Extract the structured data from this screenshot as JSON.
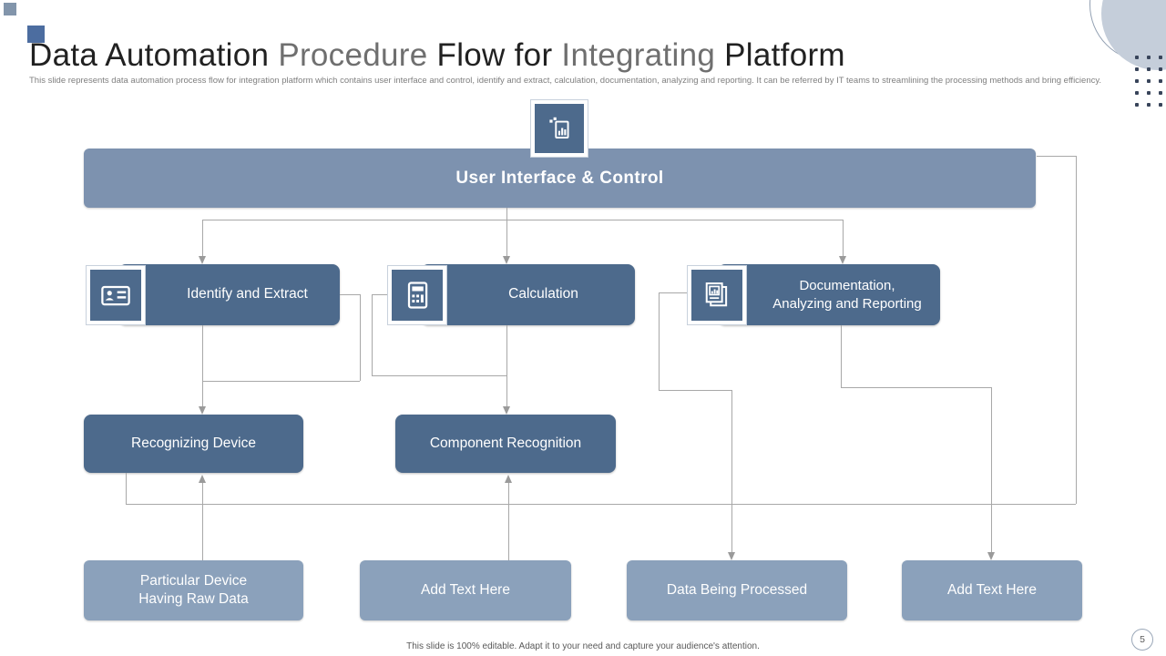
{
  "slide": {
    "title_parts": [
      {
        "text": "Data Automation ",
        "tone": "dark"
      },
      {
        "text": "Procedure ",
        "tone": "light"
      },
      {
        "text": "Flow for ",
        "tone": "dark"
      },
      {
        "text": "Integrating ",
        "tone": "light"
      },
      {
        "text": "Platform",
        "tone": "dark"
      }
    ],
    "subtitle": "This slide represents data automation process flow for integration platform which contains user interface and control, identify and extract, calculation, documentation, analyzing and reporting. It can be referred by IT teams to streamlining the processing methods and bring efficiency.",
    "footer_note": "This slide is 100% editable. Adapt it to your need and capture your audience's attention.",
    "page_number": "5"
  },
  "flow": {
    "header": {
      "label": "User Interface & Control",
      "icon": "data-document-icon"
    },
    "process_row": [
      {
        "label": "Identify and Extract",
        "icon": "id-card-icon"
      },
      {
        "label": "Calculation",
        "icon": "calculator-icon"
      },
      {
        "label_line1": "Documentation,",
        "label_line2": "Analyzing and Reporting",
        "icon": "report-stack-icon"
      }
    ],
    "recognition_row": [
      {
        "label": "Recognizing Device"
      },
      {
        "label": "Component Recognition"
      }
    ],
    "bottom_row": [
      {
        "label_line1": "Particular Device",
        "label_line2": "Having Raw Data"
      },
      {
        "label": "Add Text Here"
      },
      {
        "label": "Data Being Processed"
      },
      {
        "label": "Add Text Here"
      }
    ],
    "colors": {
      "header_bar": "#7d92af",
      "process_box": "#4d6a8c",
      "bottom_box": "#8ba1bb",
      "connector": "#a8a8a8"
    }
  }
}
